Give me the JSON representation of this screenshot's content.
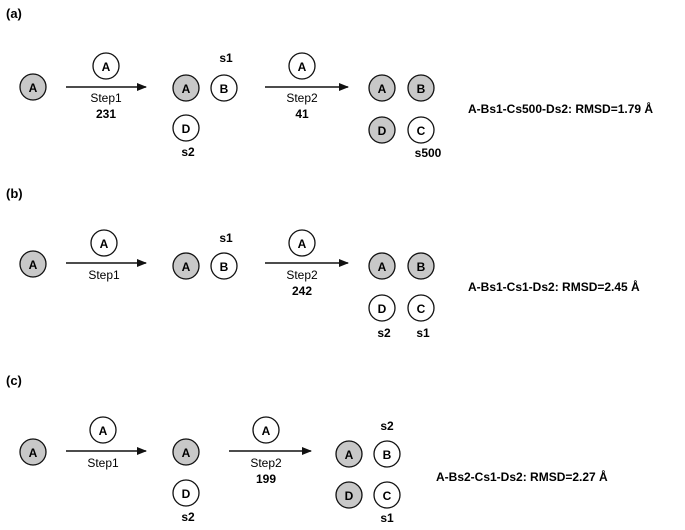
{
  "panels": [
    {
      "label": "(a)",
      "start": {
        "text": "A",
        "shaded": true
      },
      "steps": [
        {
          "probe": "A",
          "name": "Step1",
          "count": "231"
        },
        {
          "probe": "A",
          "name": "Step2",
          "count": "41"
        }
      ],
      "stage1": [
        {
          "text": "A",
          "shaded": true
        },
        {
          "text": "B",
          "shaded": false,
          "site": "s1"
        },
        {
          "text": "D",
          "shaded": false,
          "site": "s2"
        }
      ],
      "stage2": [
        {
          "text": "A",
          "shaded": true
        },
        {
          "text": "B",
          "shaded": true
        },
        {
          "text": "D",
          "shaded": true
        },
        {
          "text": "C",
          "shaded": false,
          "site": "s500"
        }
      ],
      "result": "A-Bs1-Cs500-Ds2: RMSD=1.79 Å"
    },
    {
      "label": "(b)",
      "start": {
        "text": "A",
        "shaded": true
      },
      "steps": [
        {
          "probe": "A",
          "name": "Step1",
          "count": ""
        },
        {
          "probe": "A",
          "name": "Step2",
          "count": "242"
        }
      ],
      "stage1": [
        {
          "text": "A",
          "shaded": true
        },
        {
          "text": "B",
          "shaded": false,
          "site": "s1"
        }
      ],
      "stage2": [
        {
          "text": "A",
          "shaded": true
        },
        {
          "text": "B",
          "shaded": true
        },
        {
          "text": "D",
          "shaded": false,
          "site": "s2"
        },
        {
          "text": "C",
          "shaded": false,
          "site": "s1"
        }
      ],
      "result": "A-Bs1-Cs1-Ds2: RMSD=2.45 Å"
    },
    {
      "label": "(c)",
      "start": {
        "text": "A",
        "shaded": true
      },
      "steps": [
        {
          "probe": "A",
          "name": "Step1",
          "count": ""
        },
        {
          "probe": "A",
          "name": "Step2",
          "count": "199"
        }
      ],
      "stage1": [
        {
          "text": "A",
          "shaded": true
        },
        {
          "text": "D",
          "shaded": false,
          "site": "s2"
        }
      ],
      "stage2": [
        {
          "text": "A",
          "shaded": true
        },
        {
          "text": "B",
          "shaded": false,
          "site": "s2"
        },
        {
          "text": "D",
          "shaded": true
        },
        {
          "text": "C",
          "shaded": false,
          "site": "s1"
        }
      ],
      "result": "A-Bs2-Cs1-Ds2: RMSD=2.27 Å"
    }
  ]
}
